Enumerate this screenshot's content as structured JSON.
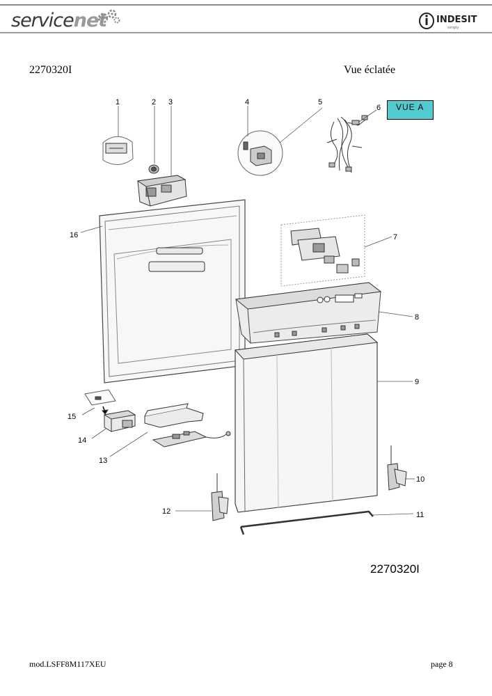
{
  "header": {
    "brand_left_a": "service",
    "brand_left_b": "net",
    "brand_right": "INDESIT",
    "brand_right_tag": "simply"
  },
  "document": {
    "code": "2270320I",
    "title": "Vue éclatée",
    "view_label": "VUE A",
    "code_bottom": "2270320I"
  },
  "callouts": [
    "1",
    "2",
    "3",
    "4",
    "5",
    "6",
    "7",
    "8",
    "9",
    "10",
    "11",
    "12",
    "13",
    "14",
    "15",
    "16"
  ],
  "footer": {
    "model": "mod.LSFF8M117XEU",
    "page": "page 8"
  },
  "colors": {
    "view_box": "#52cbd0",
    "part_fill": "#f4f4f4",
    "line": "#333333"
  }
}
